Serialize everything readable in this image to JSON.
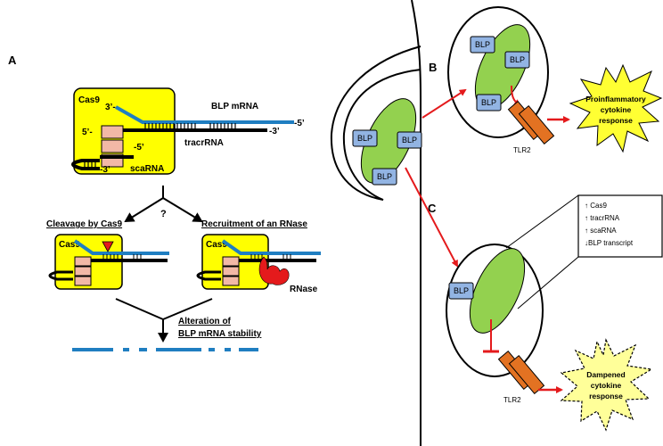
{
  "panels": {
    "a": "A",
    "b": "B",
    "c": "C"
  },
  "panel_a": {
    "cas9": "Cas9",
    "blp_mrna": "BLP mRNA",
    "three_prime": "3’-",
    "five_prime_end": "-5’",
    "five_prime": "5’-",
    "tracr_three_end": "-3’",
    "tracrrna": "tracrRNA",
    "sca_five_end": "-5’",
    "sca_three_start": "-3’",
    "scarna": "scaRNA",
    "question": "?",
    "cleavage_label": "Cleavage by Cas9",
    "recruitment_label": "Recruitment of an RNase",
    "rnase": "RNase",
    "alteration_line1": "Alteration of",
    "alteration_line2": "BLP mRNA stability"
  },
  "panel_b": {
    "blp": "BLP",
    "tlr2": "TLR2",
    "response": [
      "Proinflammatory",
      "cytokine",
      "response"
    ]
  },
  "panel_c": {
    "blp": "BLP",
    "tlr2": "TLR2",
    "callout": [
      "↑ Cas9",
      "↑ tracrRNA",
      "↑ scaRNA",
      "↓BLP transcript"
    ],
    "response": [
      "Dampened",
      "cytokine",
      "response"
    ]
  },
  "colors": {
    "cas9_box": "#FFFF00",
    "mrna": "#1F7EC1",
    "protein": "#F2B8A6",
    "blp_box": "#92B4E3",
    "bacterium": "#93D14F",
    "tlr2": "#E37222",
    "arrow_red": "#E41A1C",
    "burst": "#FFFF33",
    "burst_light": "#FFFF99",
    "rnase": "#E41A1C"
  }
}
